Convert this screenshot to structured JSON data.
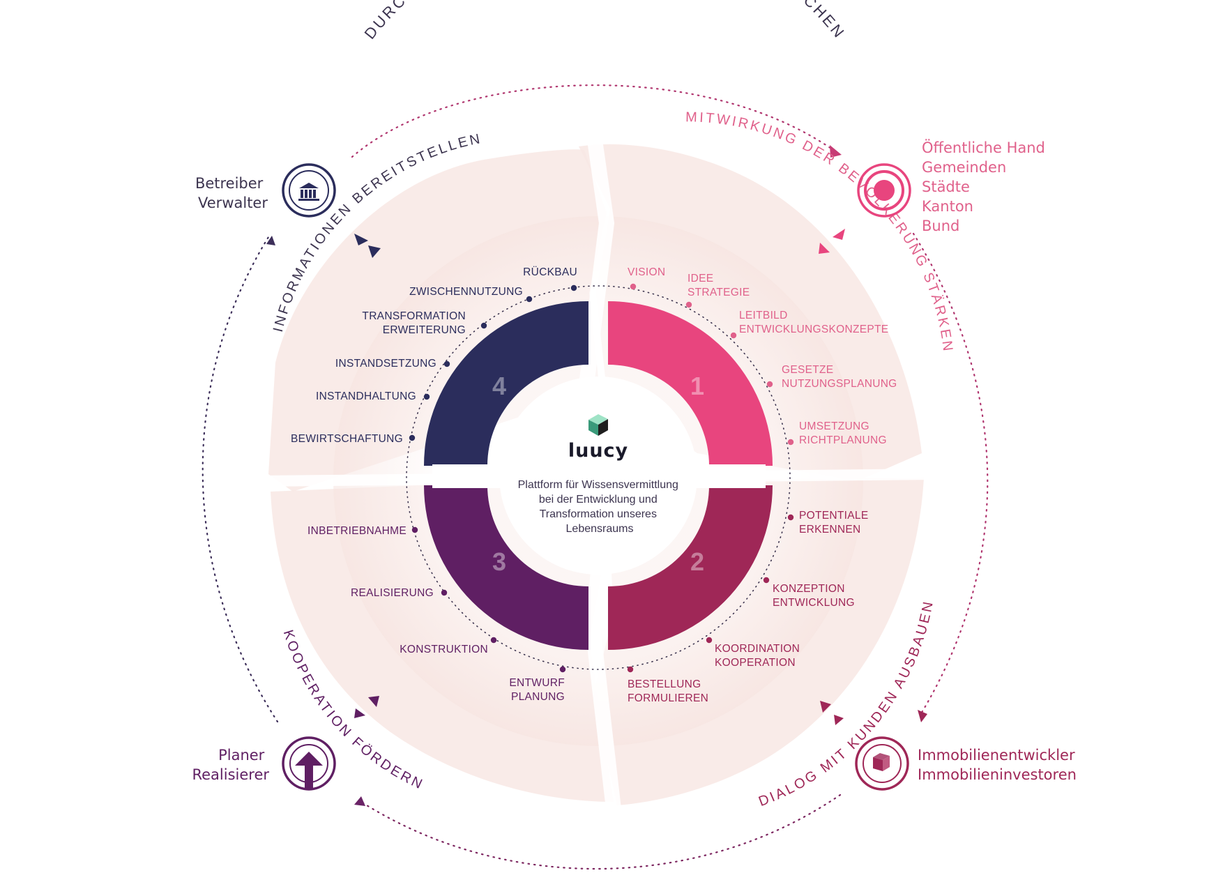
{
  "colors": {
    "navy": "#2b2d5c",
    "pink": "#e8457e",
    "crimson": "#9f2757",
    "purple": "#5f1f63",
    "dark_text": "#3d3550",
    "pink_text": "#e0618b",
    "petal": "#f9ece8",
    "center": "#ffffff"
  },
  "outer_arcs": {
    "top": "DURCHGÄNGIGKEIT VON INFORMATIONEN ERMÖGLICHEN",
    "left_top": "INFORMATIONEN BEREITSTELLEN",
    "right_top": "MITWIRKUNG DER BEVÖLKERUNG STÄRKEN",
    "left_bottom": "KOOPERATION FÖRDERN",
    "right_bottom": "DIALOG MIT KUNDEN AUSBAUEN"
  },
  "stakeholders": {
    "top_left": {
      "icon": "building-icon",
      "lines": [
        "Betreiber",
        "Verwalter"
      ]
    },
    "top_right": {
      "icon": "target-icon",
      "lines": [
        "Öffentliche Hand",
        "Gemeinden",
        "Städte",
        "Kanton",
        "Bund"
      ]
    },
    "bottom_left": {
      "icon": "arrow-up-icon",
      "lines": [
        "Planer",
        "Realisierer"
      ]
    },
    "bottom_right": {
      "icon": "cube-icon",
      "lines": [
        "Immobilienentwickler",
        "Immobilieninvestoren"
      ]
    }
  },
  "quadrants": [
    {
      "number": "1",
      "color": "#e8457e"
    },
    {
      "number": "2",
      "color": "#9f2757"
    },
    {
      "number": "3",
      "color": "#5f1f63"
    },
    {
      "number": "4",
      "color": "#2b2d5c"
    }
  ],
  "center": {
    "logo_text": "luucy",
    "logo_icon": "cube-logo-icon",
    "tagline": [
      "Plattform für Wissensvermittlung",
      "bei der Entwicklung und",
      "Transformation unseres",
      "Lebensraums"
    ]
  },
  "stages": [
    {
      "lines": [
        "VISION"
      ],
      "color": "#e0618b"
    },
    {
      "lines": [
        "IDEE",
        "STRATEGIE"
      ],
      "color": "#e0618b"
    },
    {
      "lines": [
        "LEITBILD",
        "ENTWICKLUNGSKONZEPTE"
      ],
      "color": "#e0618b"
    },
    {
      "lines": [
        "GESETZE",
        "NUTZUNGSPLANUNG"
      ],
      "color": "#e0618b"
    },
    {
      "lines": [
        "UMSETZUNG",
        "RICHTPLANUNG"
      ],
      "color": "#e0618b"
    },
    {
      "lines": [
        "POTENTIALE",
        "ERKENNEN"
      ],
      "color": "#9f2757"
    },
    {
      "lines": [
        "KONZEPTION",
        "ENTWICKLUNG"
      ],
      "color": "#9f2757"
    },
    {
      "lines": [
        "KOORDINATION",
        "KOOPERATION"
      ],
      "color": "#9f2757"
    },
    {
      "lines": [
        "BESTELLUNG",
        "FORMULIEREN"
      ],
      "color": "#9f2757"
    },
    {
      "lines": [
        "ENTWURF",
        "PLANUNG"
      ],
      "color": "#5f1f63"
    },
    {
      "lines": [
        "KONSTRUKTION"
      ],
      "color": "#5f1f63"
    },
    {
      "lines": [
        "REALISIERUNG"
      ],
      "color": "#5f1f63"
    },
    {
      "lines": [
        "INBETRIEBNAHME"
      ],
      "color": "#5f1f63"
    },
    {
      "lines": [
        "BEWIRTSCHAFTUNG"
      ],
      "color": "#2b2d5c"
    },
    {
      "lines": [
        "INSTANDHALTUNG"
      ],
      "color": "#2b2d5c"
    },
    {
      "lines": [
        "INSTANDSETZUNG"
      ],
      "color": "#2b2d5c"
    },
    {
      "lines": [
        "TRANSFORMATION",
        "ERWEITERUNG"
      ],
      "color": "#2b2d5c"
    },
    {
      "lines": [
        "ZWISCHENNUTZUNG"
      ],
      "color": "#2b2d5c"
    },
    {
      "lines": [
        "RÜCKBAU"
      ],
      "color": "#2b2d5c"
    }
  ]
}
